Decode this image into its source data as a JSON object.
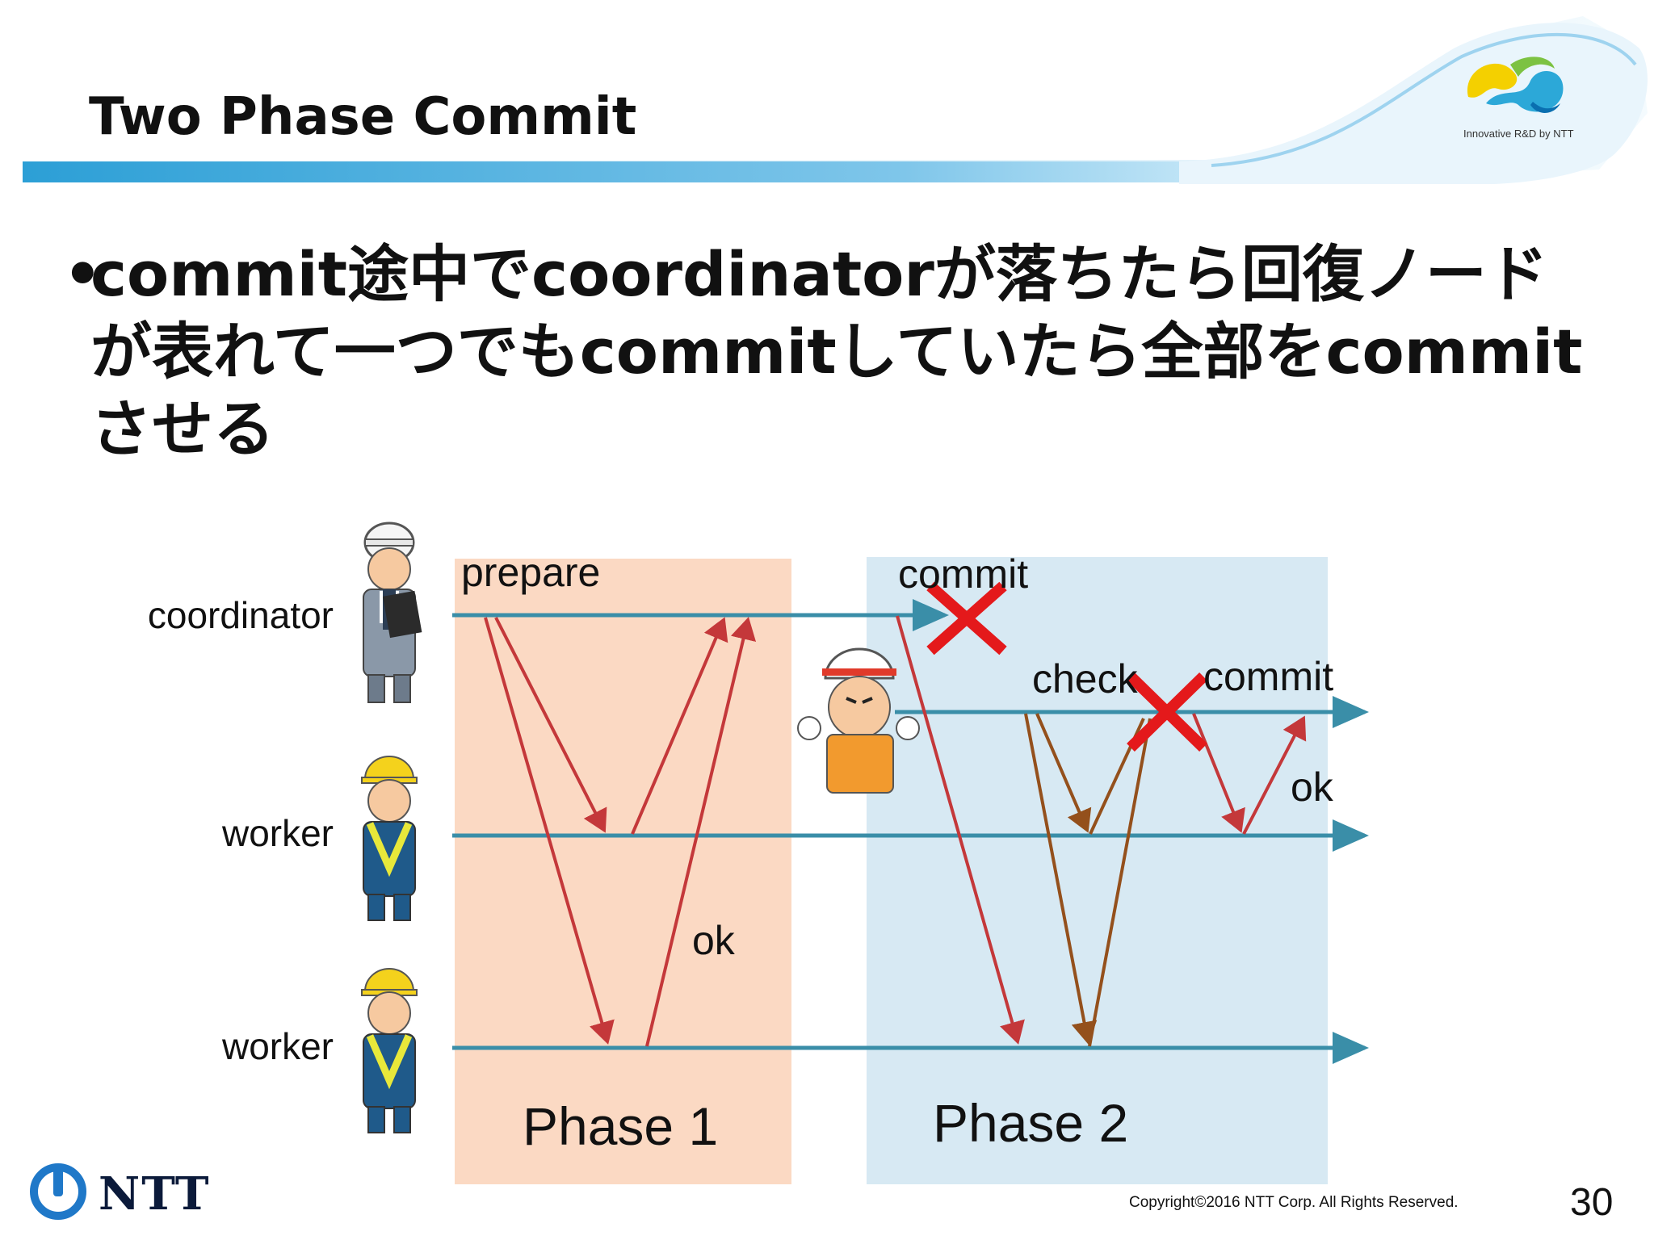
{
  "header": {
    "title": "Two Phase Commit",
    "logo_caption": "Innovative R&D by NTT"
  },
  "bullet": {
    "symbol": "•",
    "text": "commit途中でcoordinatorが落ちたら回復ノードが表れて一つでもcommitしていたら全部をcommitさせる"
  },
  "diagram": {
    "actors": [
      "coordinator",
      "worker",
      "worker"
    ],
    "phase1_label": "Phase 1",
    "phase2_label": "Phase 2",
    "labels": {
      "prepare": "prepare",
      "commit_top": "commit",
      "check": "check",
      "commit_recovery": "commit",
      "ok_phase1": "ok",
      "ok_phase2": "ok"
    },
    "colors": {
      "phase1_bg": "#fbd9c3",
      "phase2_bg": "#d7e9f3",
      "timeline": "#3a8ea8",
      "message_red": "#c4383a",
      "message_brown": "#94501c",
      "fail_x": "#e4191b",
      "header_band": "#37a2d6"
    }
  },
  "footer": {
    "company": "NTT",
    "copyright": "Copyright©2016  NTT Corp. All Rights Reserved.",
    "page_number": "30"
  }
}
